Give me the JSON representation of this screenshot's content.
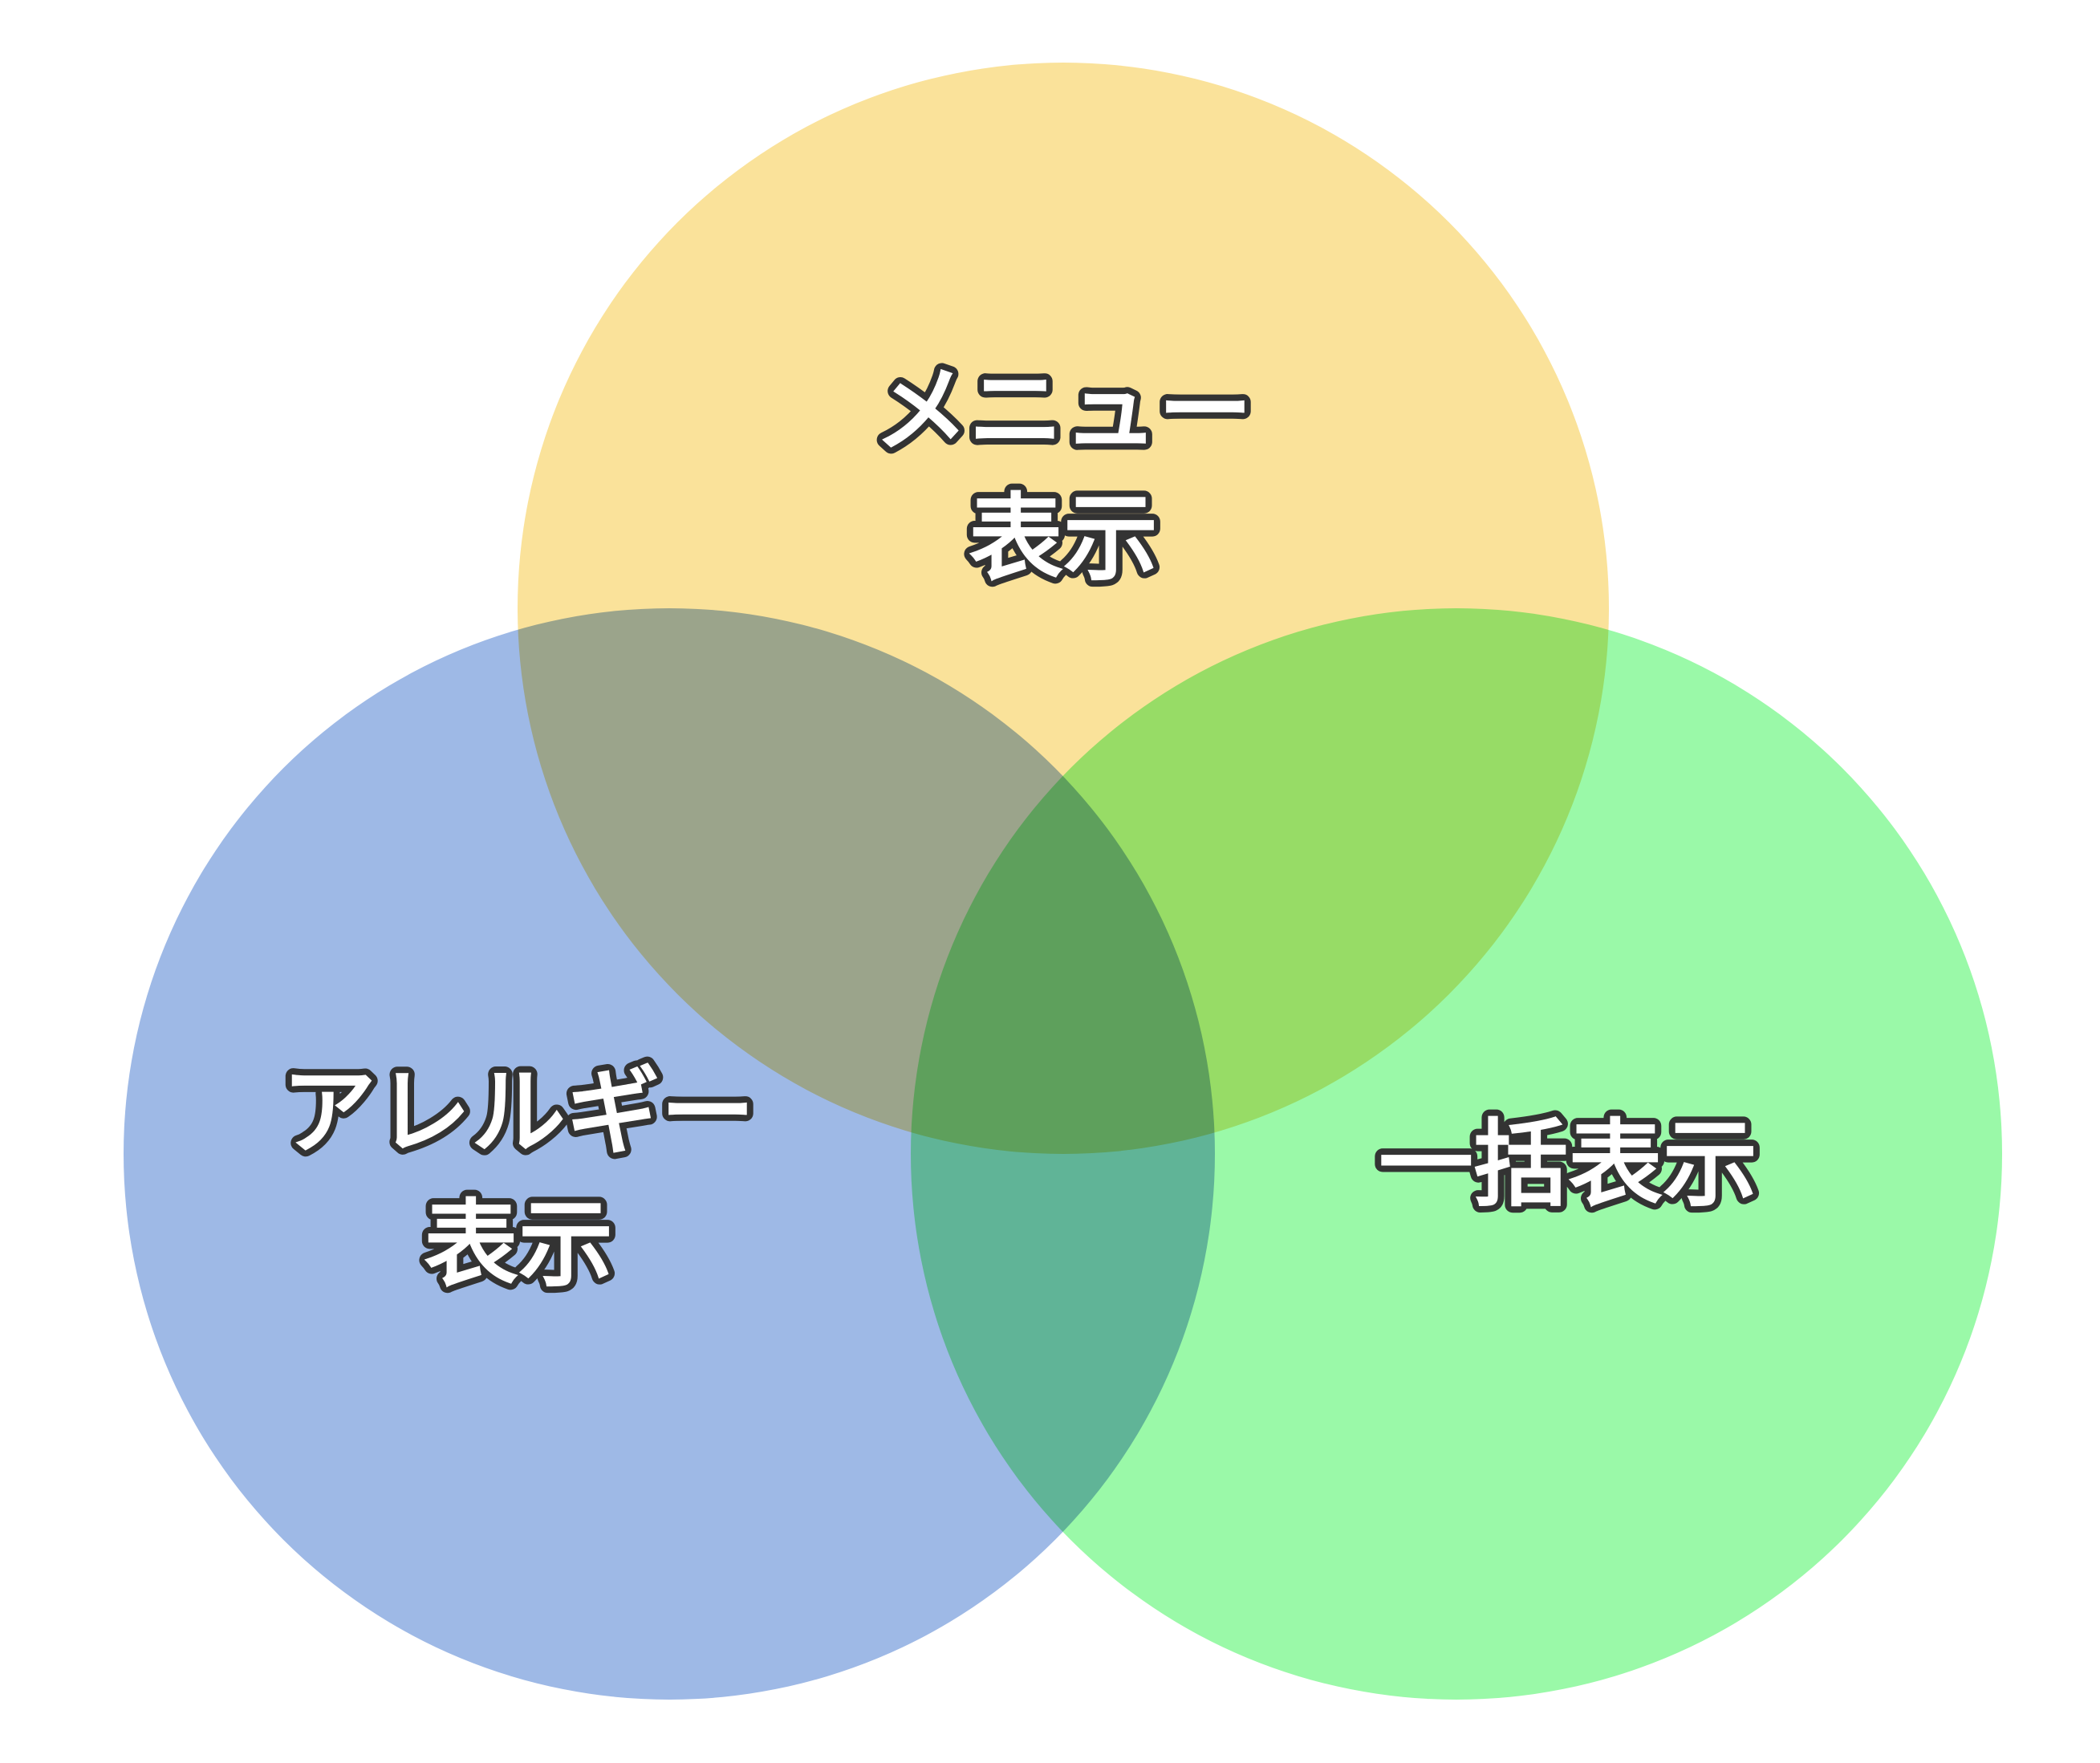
{
  "diagram": {
    "type": "venn",
    "sets": [
      {
        "id": "menu",
        "label_line1": "メニュー",
        "label_line2": "表示",
        "color": "#FAE29A"
      },
      {
        "id": "allergy",
        "label_line1": "アレルギー",
        "label_line2": "表示",
        "color": "#9EB9E6"
      },
      {
        "id": "bulk",
        "label_line1": "一括表示",
        "color": "#9AF9A8"
      }
    ],
    "label_fill": "#FFFFFF",
    "label_stroke": "#333333"
  }
}
